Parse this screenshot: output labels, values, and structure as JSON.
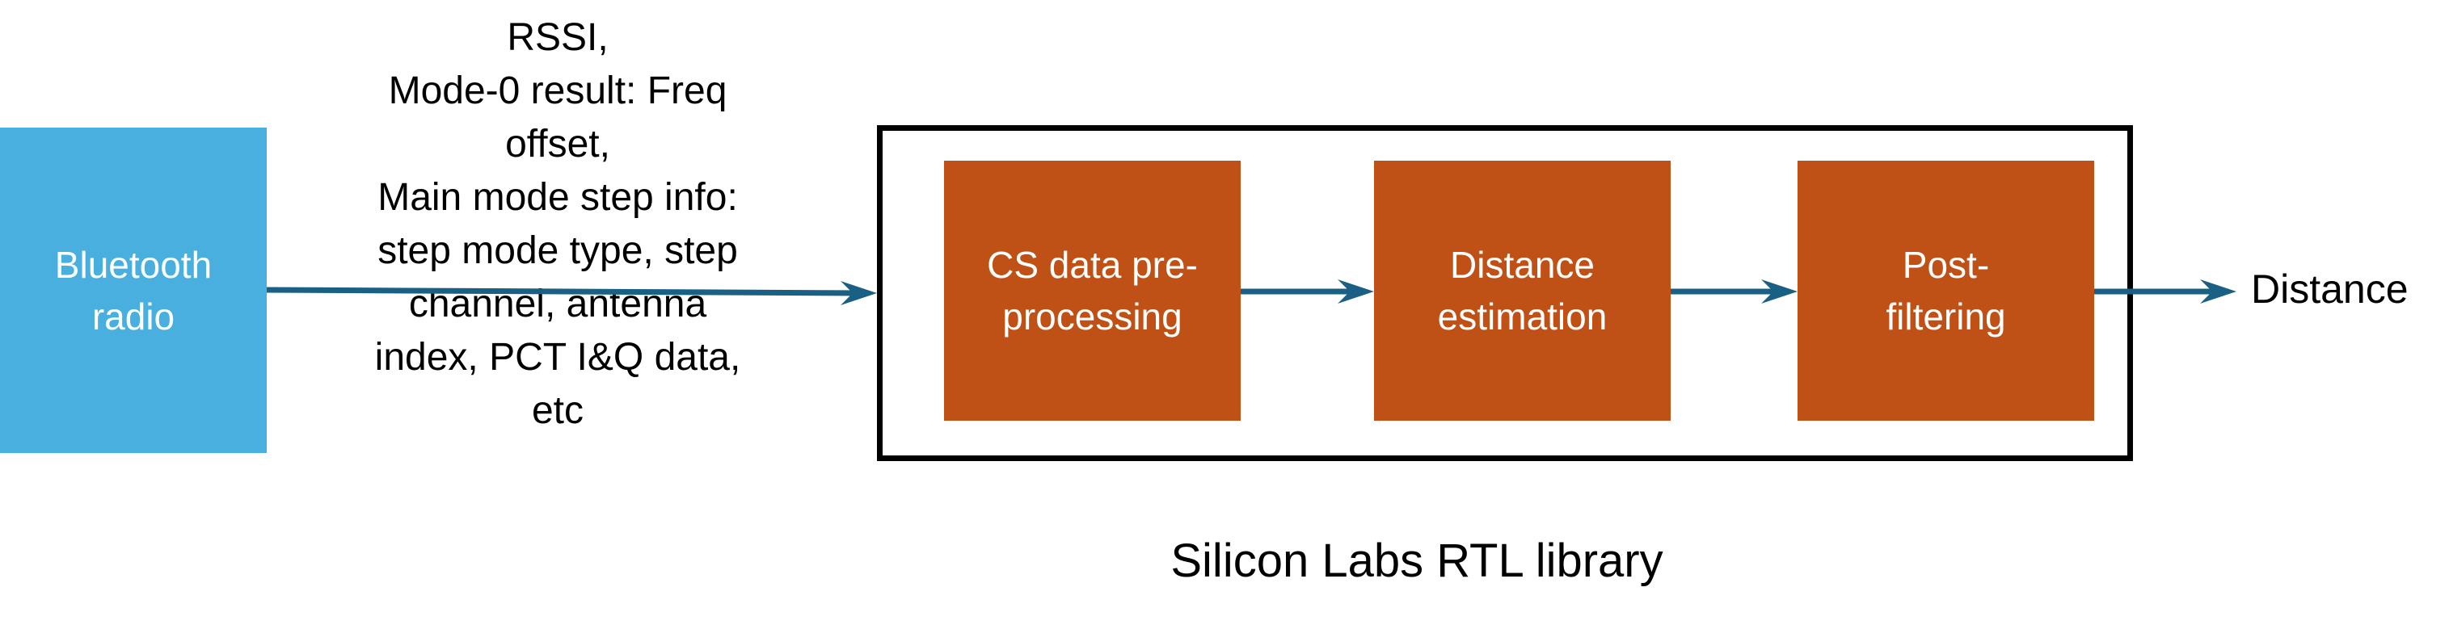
{
  "colors": {
    "radio_block": "#48afdf",
    "stage_block": "#c05116",
    "arrow": "#1a6085",
    "frame": "#000000"
  },
  "source": {
    "label_lines": [
      "Bluetooth",
      "radio"
    ]
  },
  "input_data_label": {
    "lines": [
      "RSSI,",
      "Mode-0 result: Freq",
      "offset,",
      "Main mode step info:",
      "step mode type, step",
      "channel, antenna",
      "index, PCT I&Q data,",
      "etc"
    ]
  },
  "library": {
    "label": "Silicon Labs RTL library",
    "stages": [
      {
        "lines": [
          "CS data pre-",
          "processing"
        ]
      },
      {
        "lines": [
          "Distance",
          "estimation"
        ]
      },
      {
        "lines": [
          "Post-",
          "filtering"
        ]
      }
    ]
  },
  "output": {
    "label": "Distance"
  }
}
